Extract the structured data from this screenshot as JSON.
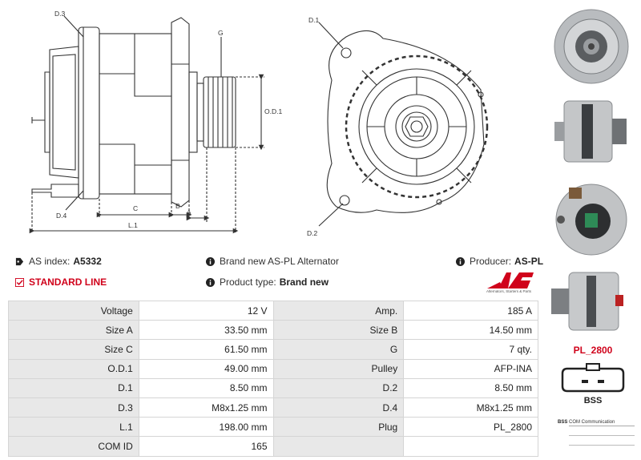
{
  "drawing": {
    "side_labels": {
      "d3": "D.3",
      "g": "G",
      "od1": "O.D.1",
      "d4": "D.4",
      "c": "C",
      "b": "B",
      "a": "A",
      "l1": "L.1"
    },
    "front_labels": {
      "d1": "D.1",
      "d2": "D.2"
    }
  },
  "photos": [
    "front-view-photo",
    "side-view-photo",
    "rear-view-photo",
    "side-view-photo-2"
  ],
  "info": {
    "as_index_label": "AS index:",
    "as_index_value": "A5332",
    "standard_line": "STANDARD LINE",
    "brand_new_text": "Brand new AS-PL Alternator",
    "product_type_label": "Product type:",
    "product_type_value": "Brand new",
    "producer_label": "Producer:",
    "producer_value": "AS-PL"
  },
  "logo": {
    "text": "AS",
    "tagline": "Alternators, Starters & Parts",
    "color": "#d0021b"
  },
  "specs": [
    {
      "l1": "Voltage",
      "v1": "12 V",
      "l2": "Amp.",
      "v2": "185 A"
    },
    {
      "l1": "Size A",
      "v1": "33.50 mm",
      "l2": "Size B",
      "v2": "14.50 mm"
    },
    {
      "l1": "Size C",
      "v1": "61.50 mm",
      "l2": "G",
      "v2": "7 qty."
    },
    {
      "l1": "O.D.1",
      "v1": "49.00 mm",
      "l2": "Pulley",
      "v2": "AFP-INA"
    },
    {
      "l1": "D.1",
      "v1": "8.50 mm",
      "l2": "D.2",
      "v2": "8.50 mm"
    },
    {
      "l1": "D.3",
      "v1": "M8x1.25 mm",
      "l2": "D.4",
      "v2": "M8x1.25 mm"
    },
    {
      "l1": "L.1",
      "v1": "198.00 mm",
      "l2": "Plug",
      "v2": "PL_2800"
    },
    {
      "l1": "COM ID",
      "v1": "165",
      "l2": "",
      "v2": ""
    }
  ],
  "plug": {
    "name": "PL_2800",
    "code": "BSS",
    "pins": [
      {
        "pin": "BSS",
        "desc": "COM Communication"
      }
    ]
  },
  "colors": {
    "accent": "#d0021b",
    "table_label_bg": "#e8e8e8",
    "border": "#d5d5d5"
  }
}
